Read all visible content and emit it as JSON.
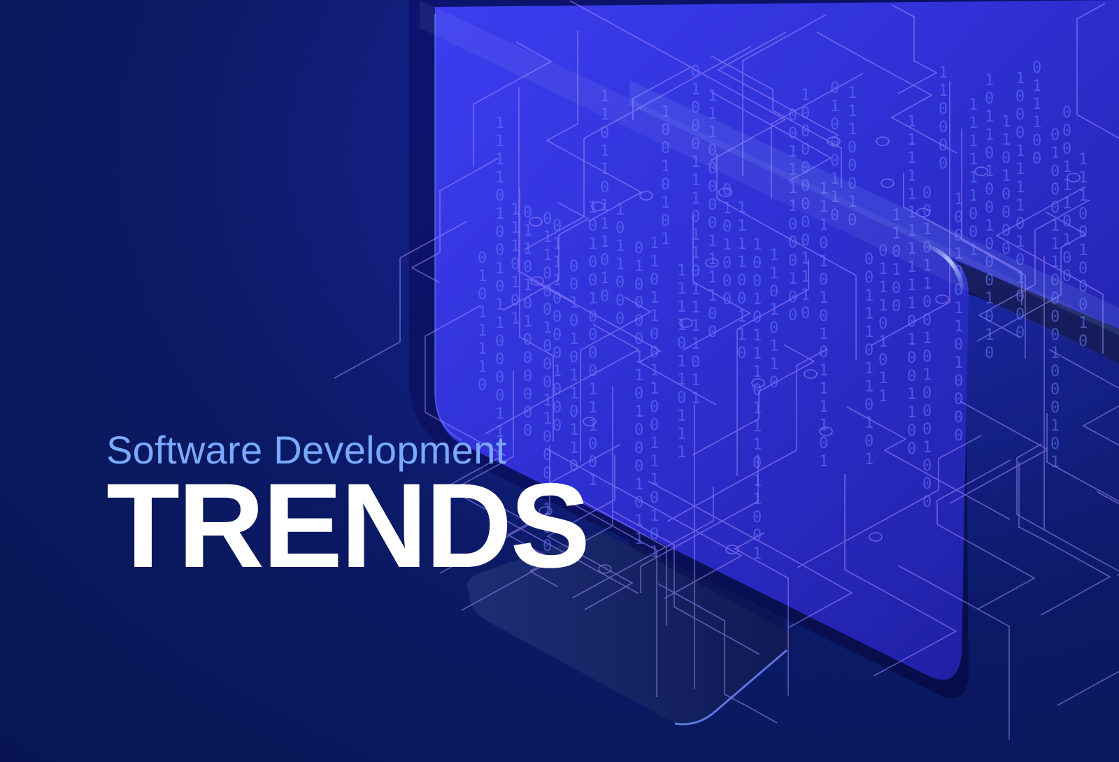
{
  "hero": {
    "subtitle": "Software Development",
    "title": "TRENDS"
  },
  "illustration": {
    "subject": "monitor-icon",
    "binary_glyphs": [
      "0",
      "1"
    ]
  },
  "colors": {
    "background": "#0a1858",
    "accent_blue": "#2b36e8",
    "subtitle_text": "#7aa9ff",
    "title_text": "#ffffff",
    "circuit_lines": "#8f7cff"
  }
}
